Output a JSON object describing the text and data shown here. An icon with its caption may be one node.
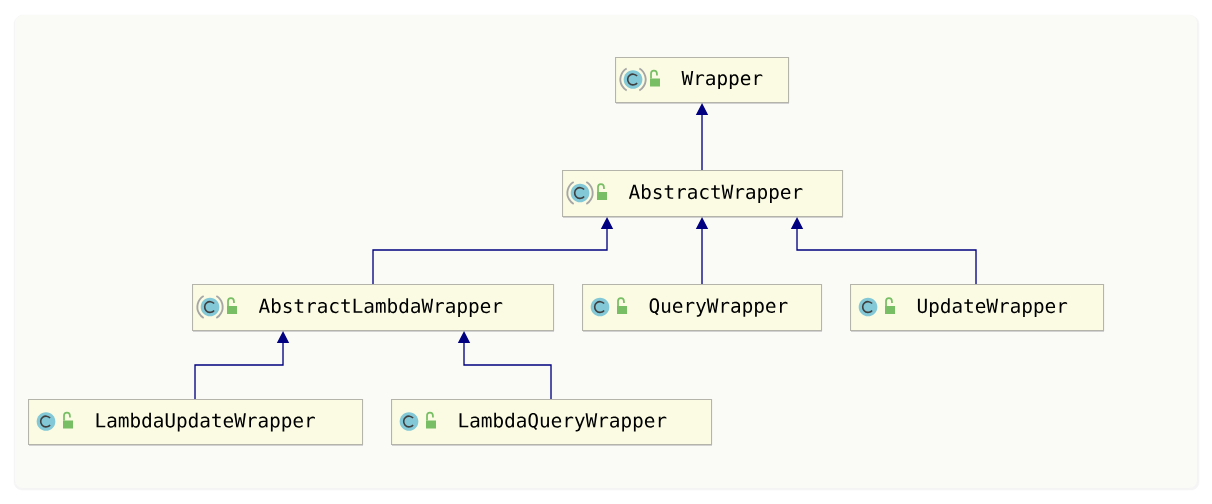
{
  "diagram": {
    "nodes": [
      {
        "text": [
          "Wrapper"
        ]
      },
      {
        "text": [
          "AbstractWrapper"
        ]
      },
      {
        "text": [
          "AbstractLambdaWrapper"
        ]
      },
      {
        "text": [
          "QueryWrapper"
        ]
      },
      {
        "text": [
          "UpdateWrapper"
        ]
      },
      {
        "text": [
          "LambdaUpdateWrapper"
        ]
      },
      {
        "text": [
          "LambdaQueryWrapper"
        ]
      }
    ],
    "edges": [
      {
        "from": 1,
        "to": 0,
        "arrow": "to"
      },
      {
        "from": 2,
        "to": 1,
        "arrow": "to"
      },
      {
        "from": 3,
        "to": 1,
        "arrow": "to"
      },
      {
        "from": 4,
        "to": 1,
        "arrow": "to"
      },
      {
        "from": 5,
        "to": 2,
        "arrow": "to"
      },
      {
        "from": 6,
        "to": 2,
        "arrow": "to"
      }
    ]
  }
}
